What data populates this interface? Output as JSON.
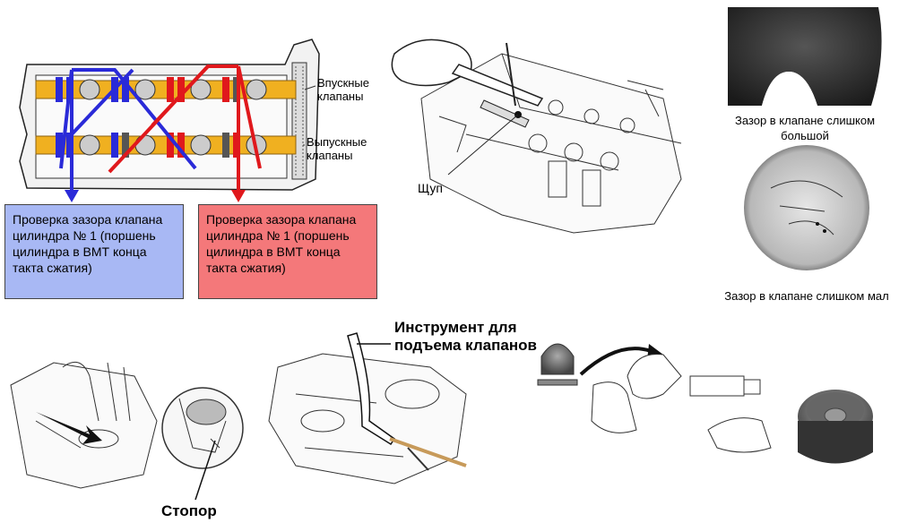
{
  "labels": {
    "intake": "Впускные клапаны",
    "exhaust": "Выпускные клапаны",
    "feeler": "Щуп",
    "tool": "Инструмент для подъема клапанов",
    "stopper": "Стопор",
    "gap_large": "Зазор в клапане слишком большой",
    "gap_small": "Зазор в клапане слишком мал"
  },
  "boxes": {
    "blue_text": "Проверка зазора клапана цилиндра № 1 (поршень цилиндра в ВМТ конца такта сжатия)",
    "red_text": "Проверка зазора клапана цилиндра № 1 (поршень цилиндра в ВМТ конца такта сжатия)"
  },
  "colors": {
    "blue_box": "#a8b8f4",
    "red_box": "#f4787a",
    "blue_arrow": "#2a2ad8",
    "red_arrow": "#e0181c",
    "camshaft": "#f0b020"
  }
}
